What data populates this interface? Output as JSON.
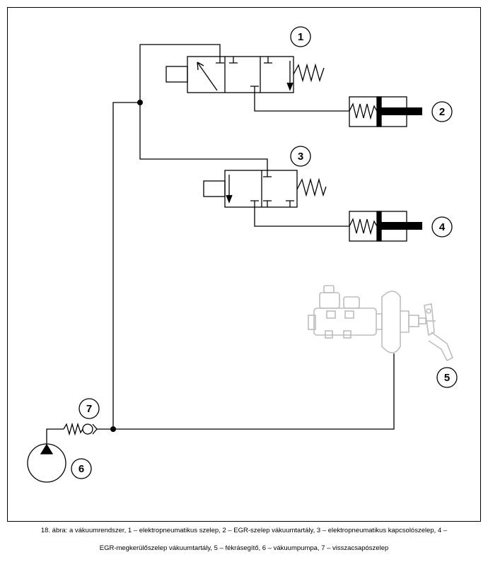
{
  "diagram": {
    "labels": {
      "valve_1": "1",
      "tank_2": "2",
      "valve_3": "3",
      "tank_4": "4",
      "booster_5": "5",
      "pump_6": "6",
      "check_valve_7": "7"
    },
    "colors": {
      "line": "#000000",
      "booster": "#c8c8c8",
      "frame": "#000000"
    }
  },
  "caption": {
    "line1": "18. ábra: a vákuumrendszer, 1 – elektropneumatikus szelep, 2 – EGR-szelep vákuumtartály, 3 – elektropneumatikus kapcsolószelep, 4 –",
    "line2": "EGR-megkerülőszelep vákuumtartály, 5 – fékrásegítő, 6 – vákuumpumpa, 7 – visszacsapószelep"
  }
}
